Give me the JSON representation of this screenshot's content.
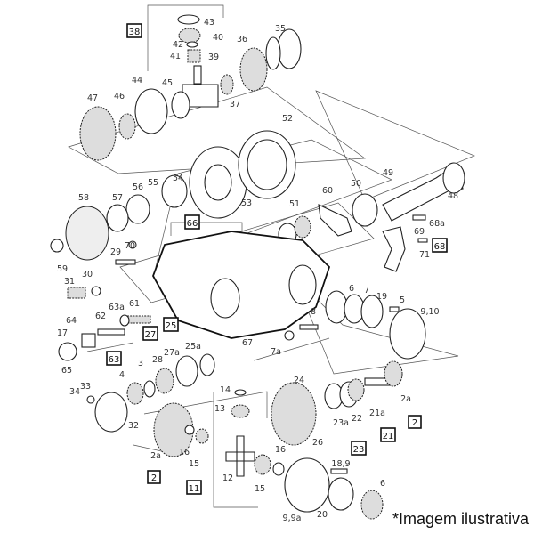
{
  "labels": [
    "43",
    "40",
    "42",
    "41",
    "39",
    "36",
    "35",
    "44",
    "45",
    "37",
    "47",
    "46",
    "52",
    "49",
    "48",
    "54",
    "55",
    "56",
    "53",
    "57",
    "58",
    "50",
    "60",
    "51",
    "68a",
    "69",
    "71",
    "70",
    "29",
    "59",
    "30",
    "31",
    "63a",
    "61",
    "62",
    "64",
    "17",
    "65",
    "25a",
    "27a",
    "28",
    "3",
    "4",
    "33",
    "34",
    "32",
    "14",
    "13",
    "2a",
    "16",
    "15",
    "12",
    "15",
    "67",
    "6",
    "7",
    "19",
    "5",
    "9,10",
    "8",
    "7a",
    "24",
    "2a",
    "22",
    "21a",
    "23a",
    "26",
    "16",
    "18,9",
    "6",
    "9,9a",
    "20"
  ],
  "boxed_labels": [
    "38",
    "66",
    "68",
    "25",
    "27",
    "63",
    "2",
    "11",
    "21",
    "23",
    "2"
  ],
  "caption": "*Imagem ilustrativa"
}
